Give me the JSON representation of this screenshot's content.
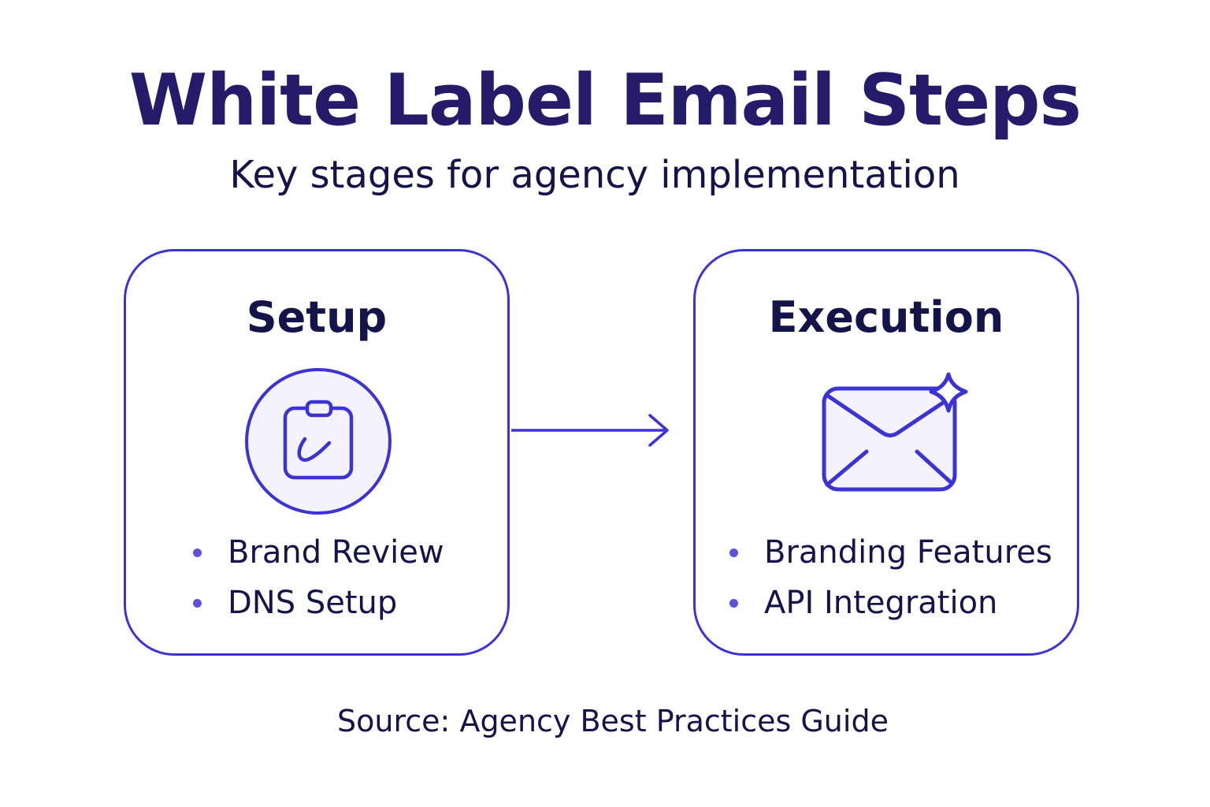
{
  "header": {
    "title": "White Label Email Steps",
    "subtitle": "Key stages for agency implementation"
  },
  "stages": [
    {
      "title": "Setup",
      "icon": "clipboard-check-icon",
      "items": [
        "Brand Review",
        "DNS Setup"
      ]
    },
    {
      "title": "Execution",
      "icon": "envelope-sparkle-icon",
      "items": [
        "Branding Features",
        "API Integration"
      ]
    }
  ],
  "connector": {
    "icon": "arrow-right-icon"
  },
  "footer": {
    "source": "Source: Agency Best Practices Guide"
  },
  "colors": {
    "title": "#241c6b",
    "text": "#14144a",
    "accent": "#3c33d6",
    "icon_fill": "#f3f2fd",
    "bullet": "#5b52d9"
  }
}
